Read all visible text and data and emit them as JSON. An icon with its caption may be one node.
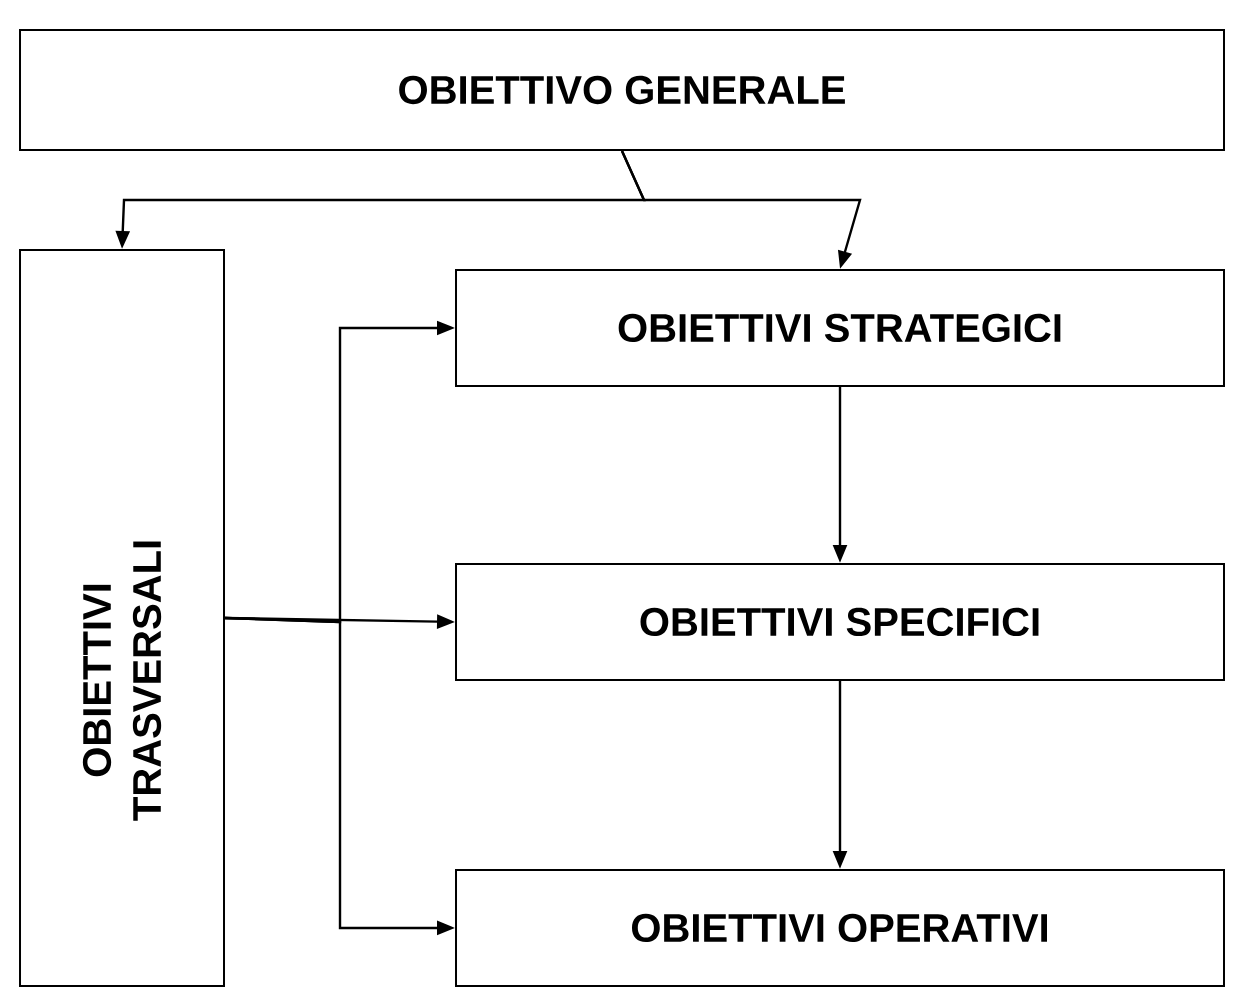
{
  "diagram": {
    "nodes": [
      {
        "text": [
          "OBIETTIVO GENERALE"
        ]
      },
      {
        "text": [
          "OBIETTIVI TRASVERSALI"
        ]
      },
      {
        "text": [
          "OBIETTIVI STRATEGICI"
        ]
      },
      {
        "text": [
          "OBIETTIVI SPECIFICI"
        ]
      },
      {
        "text": [
          "OBIETTIVI OPERATIVI"
        ]
      }
    ],
    "edges": [
      {
        "from": 0,
        "to": 1,
        "arrow": "to"
      },
      {
        "from": 0,
        "to": 2,
        "arrow": "to"
      },
      {
        "from": 1,
        "to": 2,
        "arrow": "to"
      },
      {
        "from": 1,
        "to": 3,
        "arrow": "to"
      },
      {
        "from": 1,
        "to": 4,
        "arrow": "to"
      },
      {
        "from": 2,
        "to": 3,
        "arrow": "to"
      },
      {
        "from": 3,
        "to": 4,
        "arrow": "to"
      }
    ]
  }
}
